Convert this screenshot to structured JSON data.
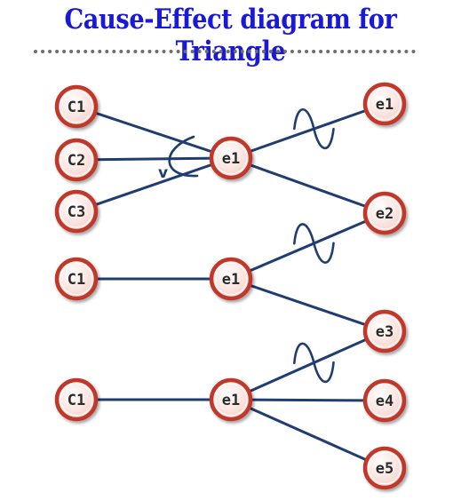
{
  "title": "Cause-Effect diagram for Triangle",
  "colors": {
    "title": "#1a1ad6",
    "line": "#1f3d70",
    "node_ring": "#c0392b",
    "node_fill": "#fbe3de"
  },
  "diagram": {
    "nodes": [
      {
        "id": "c1a",
        "label": "C1"
      },
      {
        "id": "c2",
        "label": "C2"
      },
      {
        "id": "c3",
        "label": "C3"
      },
      {
        "id": "m1",
        "label": "e1"
      },
      {
        "id": "r1",
        "label": "e1"
      },
      {
        "id": "r2",
        "label": "e2"
      },
      {
        "id": "c1b",
        "label": "C1"
      },
      {
        "id": "m2",
        "label": "e1"
      },
      {
        "id": "r3",
        "label": "e3"
      },
      {
        "id": "c1c",
        "label": "C1"
      },
      {
        "id": "m3",
        "label": "e1"
      },
      {
        "id": "r4",
        "label": "e4"
      },
      {
        "id": "r5",
        "label": "e5"
      }
    ],
    "edges": [
      {
        "from": "c1a",
        "to": "m1"
      },
      {
        "from": "c2",
        "to": "m1"
      },
      {
        "from": "c3",
        "to": "m1"
      },
      {
        "from": "m1",
        "to": "r1",
        "negated": true
      },
      {
        "from": "m1",
        "to": "r2"
      },
      {
        "from": "c1b",
        "to": "m2"
      },
      {
        "from": "m2",
        "to": "r2",
        "negated": true
      },
      {
        "from": "m2",
        "to": "r3"
      },
      {
        "from": "c1c",
        "to": "m3"
      },
      {
        "from": "m3",
        "to": "r3",
        "negated": true
      },
      {
        "from": "m3",
        "to": "r4"
      },
      {
        "from": "m3",
        "to": "r5"
      }
    ],
    "operators": [
      {
        "label": "v",
        "target": "m1"
      }
    ]
  }
}
